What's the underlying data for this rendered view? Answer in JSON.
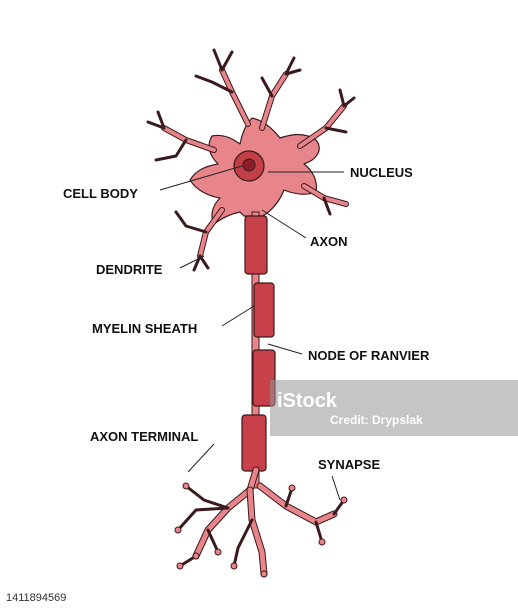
{
  "labels": {
    "cell_body": "CELL BODY",
    "nucleus": "NUCLEUS",
    "axon": "AXON",
    "dendrite": "DENDRITE",
    "myelin_sheath": "MYELIN SHEATH",
    "node_of_ranvier": "NODE OF RANVIER",
    "axon_terminal": "AXON TERMINAL",
    "synapse": "SYNAPSE"
  },
  "watermark": {
    "logo": "iStock",
    "credit": "Credit: Drypslak"
  },
  "stock_id": "1411894569",
  "colors": {
    "cell_fill": "#e8858a",
    "outline": "#3a1a1c",
    "myelin": "#c8414a",
    "nucleus_outer": "#c33f48",
    "nucleus_inner": "#8e1f28"
  }
}
